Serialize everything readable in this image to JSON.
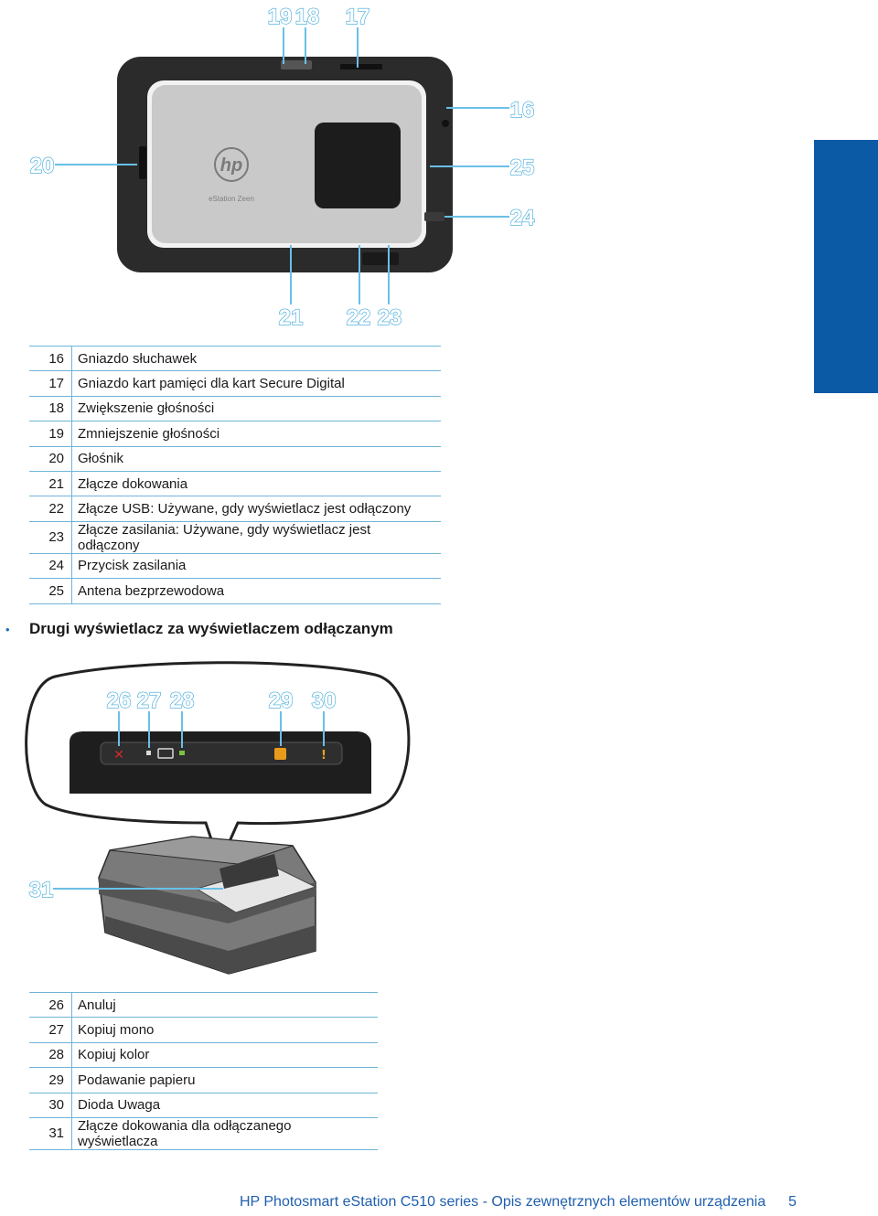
{
  "colors": {
    "accent_blue": "#0b5aa6",
    "callout_blue": "#49b2e0",
    "table_rule": "#6fb5d8",
    "footer_text": "#1f5fae"
  },
  "figure1": {
    "brand_logo": "hp",
    "device_caption": "eStation Zeen",
    "callouts": [
      "19",
      "18",
      "17",
      "16",
      "20",
      "25",
      "24",
      "21",
      "22",
      "23"
    ]
  },
  "table1": {
    "rows": [
      {
        "num": "16",
        "text": "Gniazdo słuchawek"
      },
      {
        "num": "17",
        "text": "Gniazdo kart pamięci dla kart Secure Digital"
      },
      {
        "num": "18",
        "text": "Zwiększenie głośności"
      },
      {
        "num": "19",
        "text": "Zmniejszenie głośności"
      },
      {
        "num": "20",
        "text": "Głośnik"
      },
      {
        "num": "21",
        "text": "Złącze dokowania"
      },
      {
        "num": "22",
        "text": "Złącze USB: Używane, gdy wyświetlacz jest odłączony"
      },
      {
        "num": "23",
        "text": "Złącze zasilania: Używane, gdy wyświetlacz jest odłączony"
      },
      {
        "num": "24",
        "text": "Przycisk zasilania"
      },
      {
        "num": "25",
        "text": "Antena bezprzewodowa"
      }
    ]
  },
  "section": {
    "bullet": "•",
    "heading": "Drugi wyświetlacz za wyświetlaczem odłączanym"
  },
  "figure2": {
    "callouts": [
      "26",
      "27",
      "28",
      "29",
      "30",
      "31"
    ],
    "panel_icons": [
      "cancel-icon",
      "mono-copy-led-icon",
      "copy-icon",
      "color-copy-led-icon",
      "paper-feed-icon",
      "warning-icon"
    ]
  },
  "table2": {
    "rows": [
      {
        "num": "26",
        "text": "Anuluj"
      },
      {
        "num": "27",
        "text": "Kopiuj mono"
      },
      {
        "num": "28",
        "text": "Kopiuj kolor"
      },
      {
        "num": "29",
        "text": "Podawanie papieru"
      },
      {
        "num": "30",
        "text": "Dioda Uwaga"
      },
      {
        "num": "31",
        "text": "Złącze dokowania dla odłączanego wyświetlacza"
      }
    ]
  },
  "footer": {
    "text": "HP Photosmart eStation C510 series - Opis zewnętrznych elementów urządzenia",
    "page": "5"
  }
}
